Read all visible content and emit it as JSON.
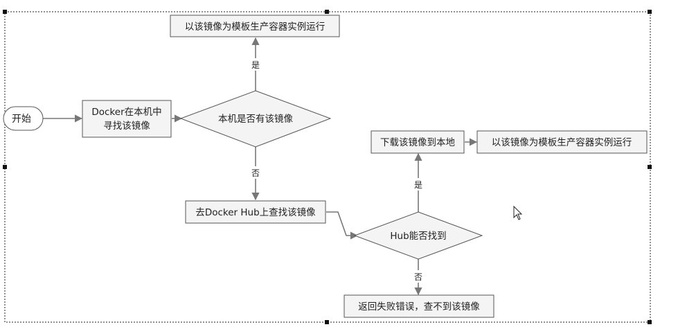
{
  "nodes": {
    "start": "开始",
    "search_local_line1": "Docker在本机中",
    "search_local_line2": "寻找该镜像",
    "has_local": "本机是否有该镜像",
    "run_template_top": "以该镜像为模板生产容器实例运行",
    "search_hub": "去Docker Hub上查找该镜像",
    "hub_found": "Hub能否找到",
    "download": "下载该镜像到本地",
    "run_template_right": "以该镜像为模板生产容器实例运行",
    "fail": "返回失败错误，查不到该镜像"
  },
  "edge_labels": {
    "local_yes": "是",
    "local_no": "否",
    "hub_yes": "是",
    "hub_no": "否"
  },
  "colors": {
    "node_fill": "#f4f4f4",
    "node_stroke": "#555555",
    "edge": "#777777"
  }
}
